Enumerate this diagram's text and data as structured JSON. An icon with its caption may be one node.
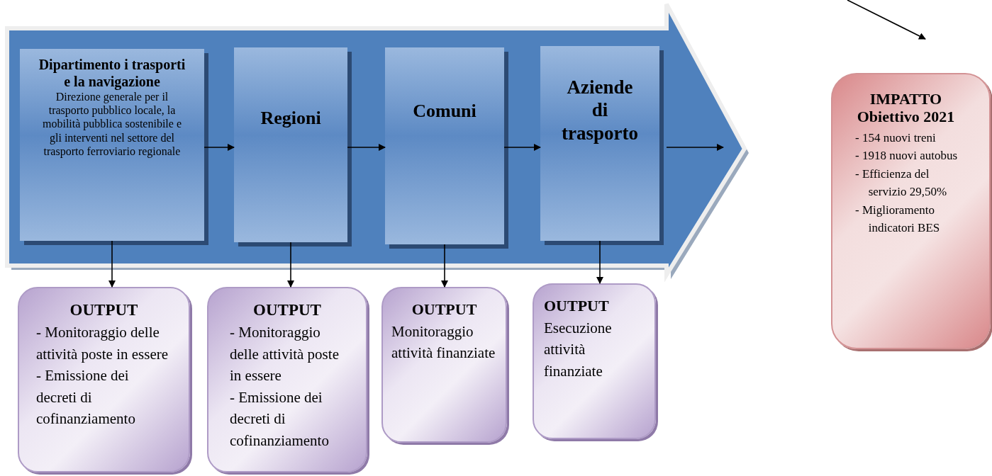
{
  "diagram": {
    "nodes": [
      {
        "text": [],
        "shape": "arrow"
      },
      {
        "text": [
          "Dipartimento i trasporti e la navigazione",
          "Direzione generale per il trasporto pubblico locale, la mobilità pubblica sostenibile e gli interventi nel settore del trasporto ferroviario regionale"
        ],
        "in": 0
      },
      {
        "text": [
          "Regioni"
        ],
        "in": 0
      },
      {
        "text": [
          "Comuni"
        ],
        "in": 0
      },
      {
        "text": [
          "Aziende di trasporto"
        ],
        "in": 0
      },
      {
        "text": [
          "OUTPUT",
          "- Monitoraggio delle attività poste in essere",
          "- Emissione dei decreti di cofinanziamento"
        ]
      },
      {
        "text": [
          "OUTPUT",
          "- Monitoraggio delle attività poste in essere",
          "- Emissione dei decreti di cofinanziamento"
        ]
      },
      {
        "text": [
          "OUTPUT",
          "Monitoraggio attività finanziate"
        ]
      },
      {
        "text": [
          "OUTPUT",
          "Esecuzione attività finanziate"
        ]
      },
      {
        "text": [
          "IMPATTO Obiettivo 2021",
          "- 154 nuovi treni",
          "- 1918 nuovi autobus",
          "- Efficienza del servizio 29,50%",
          "- Miglioramento indicatori BES"
        ]
      }
    ],
    "edges": [
      {
        "from": 1,
        "to": 2,
        "arrow": "to"
      },
      {
        "from": 2,
        "to": 3,
        "arrow": "to"
      },
      {
        "from": 3,
        "to": 4,
        "arrow": "to"
      },
      {
        "from": 4,
        "to": null,
        "arrow": "to"
      },
      {
        "from": 1,
        "to": 5,
        "arrow": "to"
      },
      {
        "from": 2,
        "to": 6,
        "arrow": "to"
      },
      {
        "from": 3,
        "to": 7,
        "arrow": "to"
      },
      {
        "from": 4,
        "to": 8,
        "arrow": "to"
      }
    ]
  }
}
